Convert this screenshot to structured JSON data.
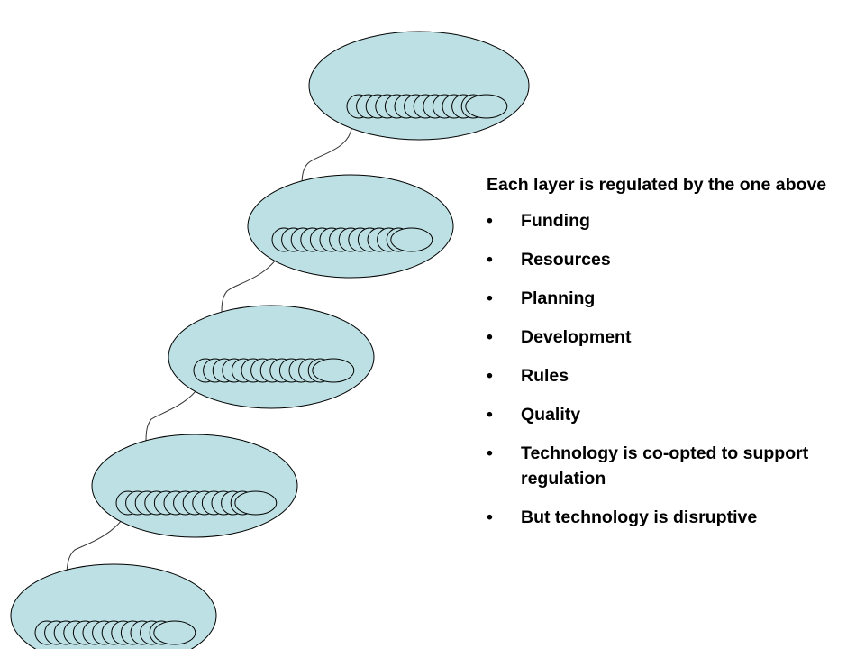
{
  "slide": {
    "heading": "Each layer is regulated by the one above",
    "bullet_symbol": "•",
    "bullets": [
      "Funding",
      "Resources",
      "Planning",
      "Development",
      "Rules",
      "Quality",
      "Technology is co-opted to support regulation",
      "But technology is disruptive"
    ]
  },
  "diagram": {
    "layer_count": 5,
    "members_per_layer": 14,
    "colors": {
      "layer_fill": "#bce0e3",
      "outline": "#000000",
      "connector": "#333333"
    }
  }
}
